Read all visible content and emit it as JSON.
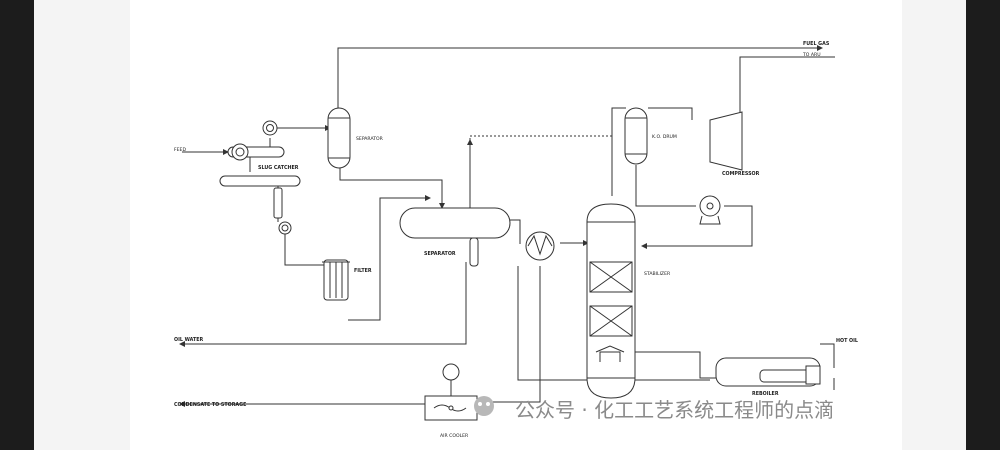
{
  "labels": {
    "feed": "FEED",
    "slug_catcher": "SLUG CATCHER",
    "separator_top": "SEPARATOR",
    "separator_main": "SEPARATOR",
    "filter": "FILTER",
    "ko_drum": "K.O. DRUM",
    "compressor": "COMPRESSOR",
    "stabilizer": "STABILIZER",
    "fuel_gas": "FUEL GAS",
    "to_aru": "TO ARU",
    "oil_water": "OIL WATER",
    "condensate": "CONDENSATE TO STORAGE",
    "reboiler": "REBOILER",
    "hot_oil": "HOT OIL",
    "air_cooler": "AIR COOLER"
  },
  "watermark": "公众号 · 化工工艺系统工程师的点滴",
  "colors": {
    "line": "#333333",
    "background": "#ffffff",
    "watermark": "#8a8a8a"
  }
}
